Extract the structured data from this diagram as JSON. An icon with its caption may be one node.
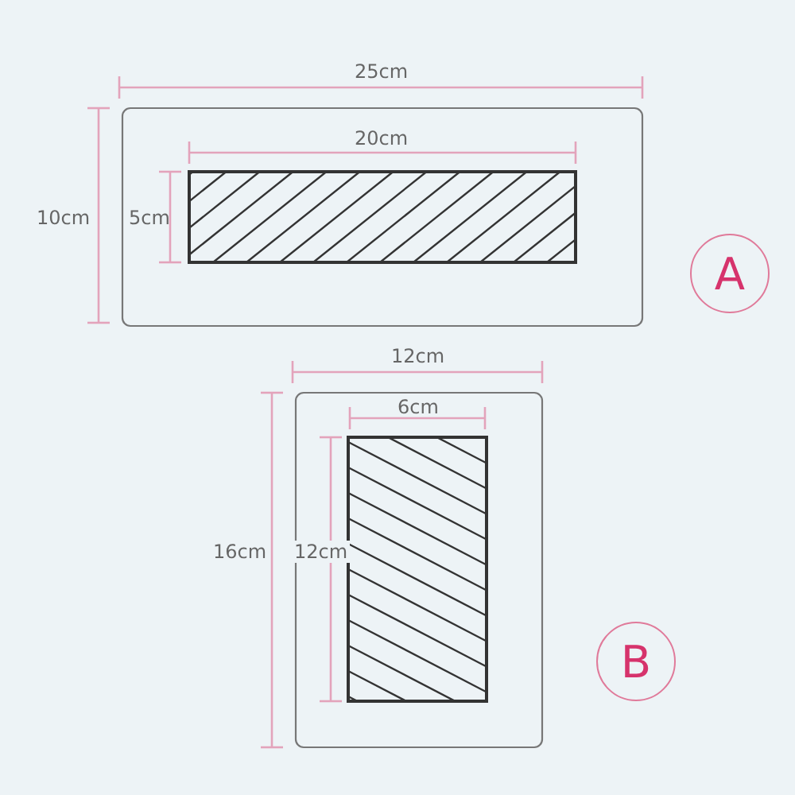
{
  "diagram": {
    "nodes": [
      {
        "text": [
          "A"
        ]
      },
      {
        "text": [
          "B"
        ]
      }
    ],
    "labels": [
      "25cm",
      "20cm",
      "10cm",
      "5cm",
      "12cm",
      "6cm",
      "16cm",
      "12cm"
    ]
  }
}
